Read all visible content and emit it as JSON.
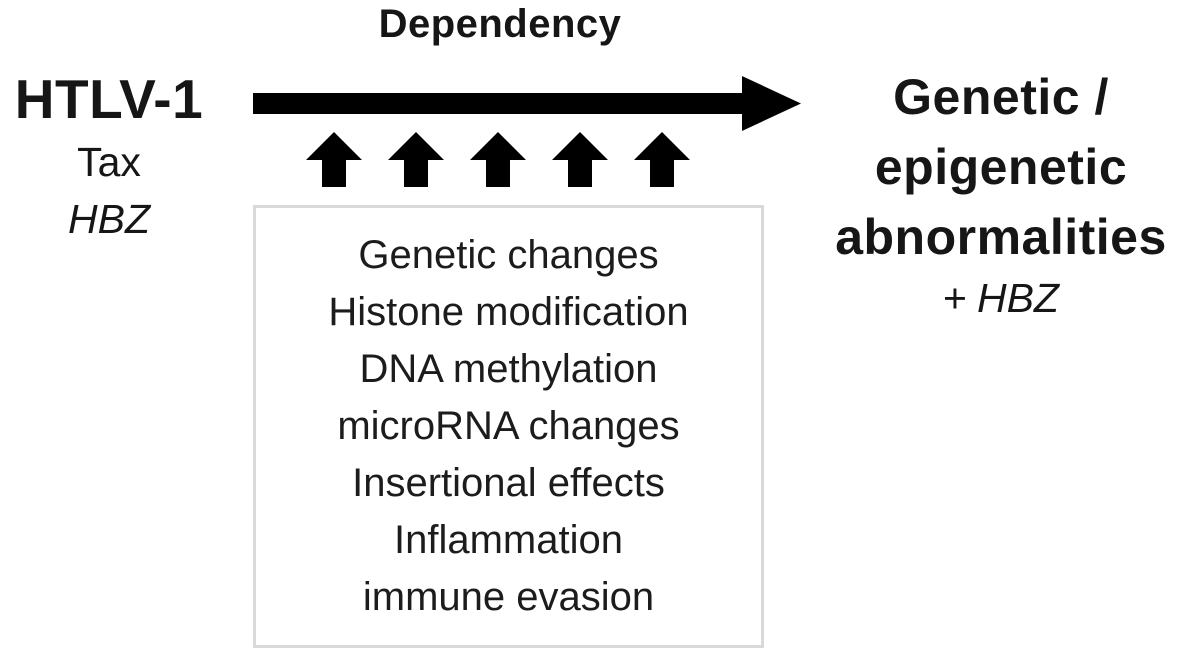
{
  "colors": {
    "background": "#ffffff",
    "text": "#161616",
    "arrow": "#000000",
    "box_border": "#d9d9d9"
  },
  "header": {
    "dependency_label": "Dependency"
  },
  "source": {
    "name": "HTLV-1",
    "tax": "Tax",
    "hbz": "HBZ"
  },
  "mechanisms": {
    "items": [
      "Genetic changes",
      "Histone modification",
      "DNA methylation",
      "microRNA changes",
      "Insertional effects",
      "Inflammation",
      "immune evasion"
    ]
  },
  "outcome": {
    "lines": [
      "Genetic /",
      "epigenetic",
      "abnormalities"
    ],
    "plus": "+",
    "hbz": "HBZ"
  },
  "icons": {
    "main_arrow": "right-arrow",
    "up_arrow_count": 5
  }
}
